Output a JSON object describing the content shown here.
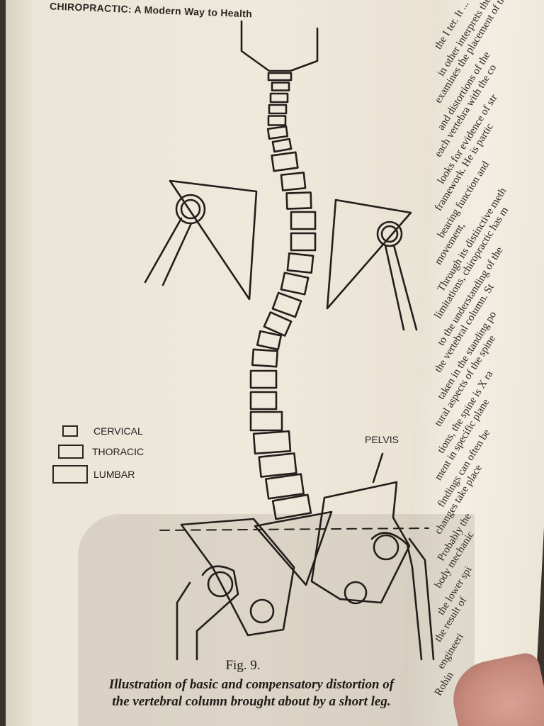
{
  "page": {
    "header": "CHIROPRACTIC: A Modern Way to Health",
    "figure_number": "Fig. 9.",
    "caption_line1": "Illustration of basic and compensatory distortion of",
    "caption_line2": "the vertebral column brought about by a short leg."
  },
  "legend": {
    "cervical": "CERVICAL",
    "thoracic": "THORACIC",
    "lumbar": "LUMBAR"
  },
  "labels": {
    "pelvis": "PELVIS"
  },
  "facing_page_lines": [
    "the I ter. It ...",
    "in other interprets the",
    "examines the placement of the",
    "and distortions of the",
    "each vertebra with the co",
    "looks for evidence of str",
    "framework. He is partic",
    "bearing function and",
    "movement,",
    "Through its distinctive meth",
    "limitations, chiropractic has m",
    "to the understanding of the",
    "the vertebral column. St",
    "taken in the standing po",
    "tural aspects of the spine",
    "tions, the spine is X ra",
    "ment in specific plane",
    "findings can often be",
    "changes take place",
    "Probably the",
    "body mechanic",
    "the lower spi",
    "the result of",
    "engineeri",
    "Robin"
  ]
}
